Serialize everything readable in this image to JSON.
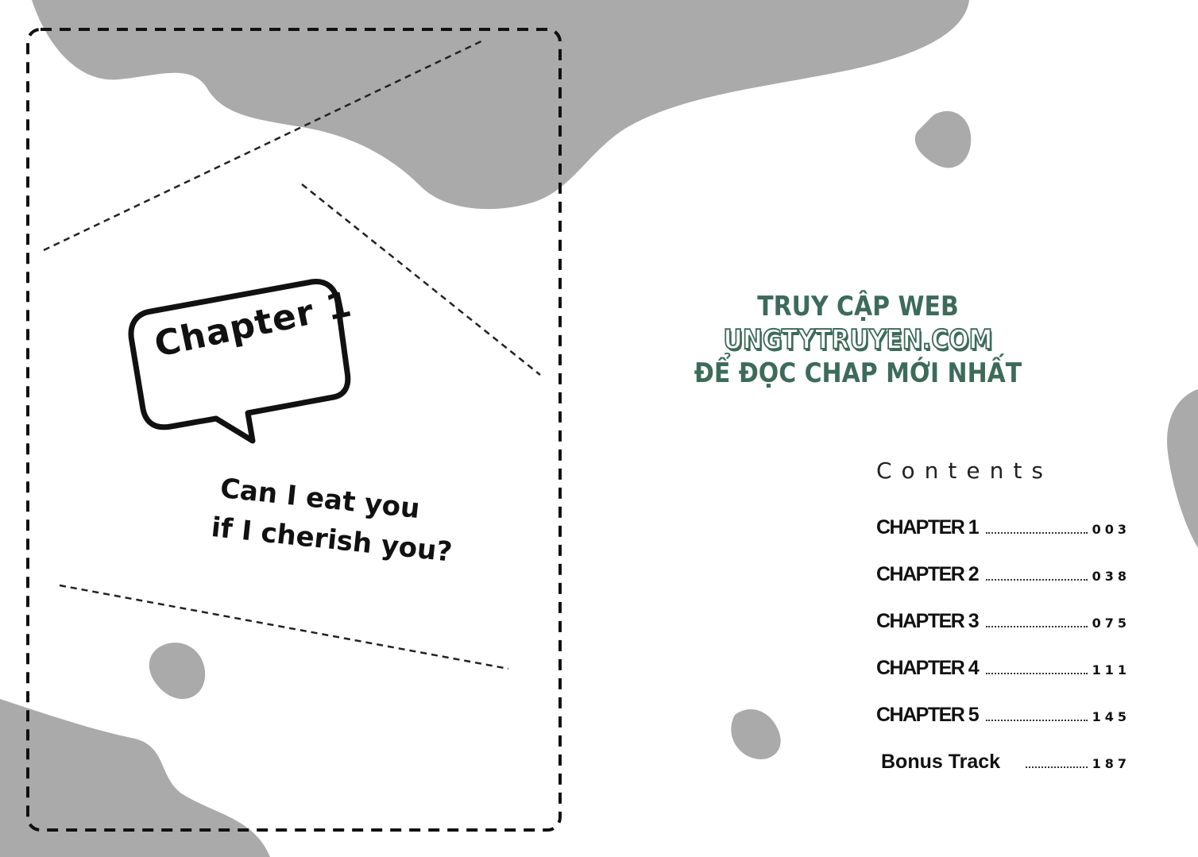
{
  "left_page": {
    "chapter_bubble": "Chapter 1",
    "subtitle_line1": "Can I eat you",
    "subtitle_line2": "if I cherish you?"
  },
  "promo": {
    "line1_prefix": "TRUY CẬP WEB ",
    "line1_site": "UNGTYTRUYEN.COM",
    "line2": "ĐỂ ĐỌC CHAP MỚI NHẤT",
    "color": "#3d6b5a"
  },
  "contents": {
    "title": "Contents",
    "items": [
      {
        "label": "CHAPTER 1",
        "page": "003"
      },
      {
        "label": "CHAPTER 2",
        "page": "038"
      },
      {
        "label": "CHAPTER 3",
        "page": "075"
      },
      {
        "label": "CHAPTER 4",
        "page": "111"
      },
      {
        "label": "CHAPTER 5",
        "page": "145"
      },
      {
        "label": "Bonus Track",
        "page": "187"
      }
    ]
  }
}
